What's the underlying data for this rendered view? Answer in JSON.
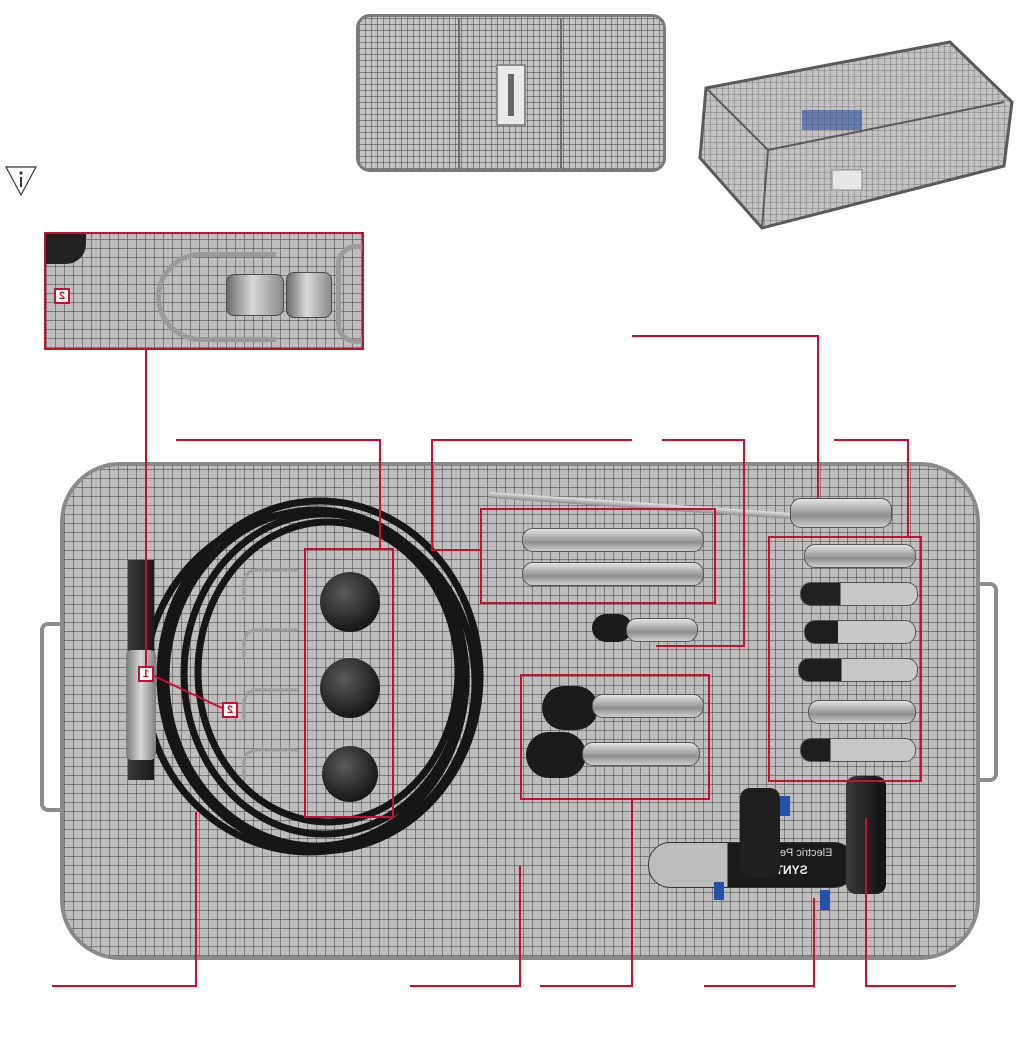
{
  "photo": {
    "top_lid_label": "",
    "drill_text_1": "Electric Pen Drive",
    "drill_text_2": "SYNTHES"
  },
  "callouts": {
    "inset_number": "2",
    "tag_1": "1",
    "tag_2": "2"
  },
  "icons": {
    "info": "caution-info-icon"
  },
  "colors": {
    "callout_red": "#c8102e",
    "mesh_grey": "#bdbdbd"
  }
}
